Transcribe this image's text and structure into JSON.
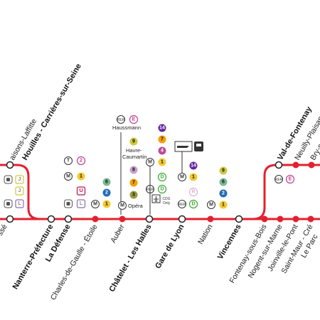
{
  "colors": {
    "line": "#e4202f",
    "metro": {
      "1": "#f2c931",
      "2": "#216eb4",
      "3": "#9a9940",
      "4": "#bb4d98",
      "6": "#79bb92",
      "7": "#f59f00",
      "8": "#c5a3ca",
      "9": "#cdc83f",
      "14": "#62259d"
    },
    "rer": {
      "D": "#3fa535",
      "E": "#c04191"
    },
    "tram": {
      "2": "#c04191"
    },
    "transilien": {
      "J": "#cdc83f",
      "L": "#8b6fb0",
      "U": "#b6134c"
    }
  },
  "stations": [
    {
      "id": "maisons-laffitte",
      "name": "aisons-Laffitte",
      "major": false
    },
    {
      "id": "houilles",
      "name": "Houilles - Carrières-sur-Seine",
      "major": true
    },
    {
      "id": "poissy",
      "name": "ssé",
      "major": false
    },
    {
      "id": "nanterre-prefecture",
      "name": "Nanterre-Préfecture",
      "major": true
    },
    {
      "id": "la-defense",
      "name": "La Défense",
      "major": true
    },
    {
      "id": "charles-de-gaulle",
      "name": "Charles-de-Gaulle - Étoile",
      "major": false
    },
    {
      "id": "auber",
      "name": "Auber",
      "major": false
    },
    {
      "id": "chatelet",
      "name": "Châtelet - Les Halles",
      "major": true
    },
    {
      "id": "gare-de-lyon",
      "name": "Gare de Lyon",
      "major": true
    },
    {
      "id": "nation",
      "name": "Nation",
      "major": false
    },
    {
      "id": "vincennes",
      "name": "Vincennes",
      "major": true
    },
    {
      "id": "val-de-fontenay",
      "name": "Val-de-Fontenay",
      "major": true
    },
    {
      "id": "neuilly-plaisance",
      "name": "Neuilly-Plaisan",
      "major": false
    },
    {
      "id": "bry-sur-marne",
      "name": "Bry-s",
      "major": false
    },
    {
      "id": "fontenay-sous-bois",
      "name": "Fontenay-sous-Bois",
      "major": false
    },
    {
      "id": "nogent-sur-marne",
      "name": "Nogent-sur-Marne",
      "major": false
    },
    {
      "id": "joinville-le-pont",
      "name": "Joinville-le-Pont",
      "major": false
    },
    {
      "id": "saint-maur-creteil",
      "name": "Saint-Maur - Cré",
      "major": false
    },
    {
      "id": "le-parc-de-saint-maur",
      "name": "Le Parc",
      "major": false
    }
  ],
  "badges": {
    "rer": "RER",
    "metro": "M",
    "tram": "T",
    "train": "🚆",
    "t2": "2",
    "m1": "1",
    "m2": "2",
    "m3": "3",
    "m4": "4",
    "m6": "6",
    "m7": "7",
    "m8": "8",
    "m9": "9",
    "m14": "14",
    "e": "E",
    "d": "D",
    "r": "R",
    "j": "J",
    "l": "L",
    "u": "U"
  },
  "labels": {
    "haussmann": "Haussmann",
    "havre": "Havre-",
    "caumartin": "Caumartin",
    "opera": "Opéra",
    "cdg": "CDG",
    "only": "Only"
  }
}
